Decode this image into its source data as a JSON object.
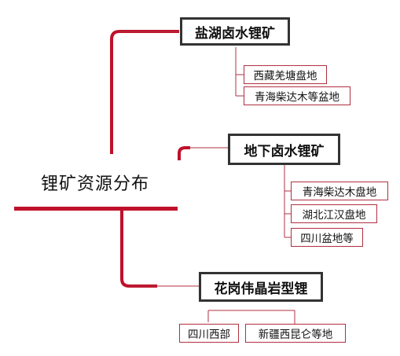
{
  "root": {
    "label": "锂矿资源分布"
  },
  "branches": [
    {
      "label": "盐湖卤水锂矿",
      "children": [
        "西藏羌塘盘地",
        "青海柴达木等盆地"
      ]
    },
    {
      "label": "地下卤水锂矿",
      "children": [
        "青海柴达木盘地",
        "湖北江汉盘地",
        "四川盆地等"
      ]
    },
    {
      "label": "花岗伟晶岩型锂",
      "children": [
        "四川西部",
        "新疆西昆仑等地"
      ]
    }
  ],
  "colors": {
    "accent": "#c0102a",
    "thin_line": "#b03040",
    "box_border": "#333333"
  }
}
